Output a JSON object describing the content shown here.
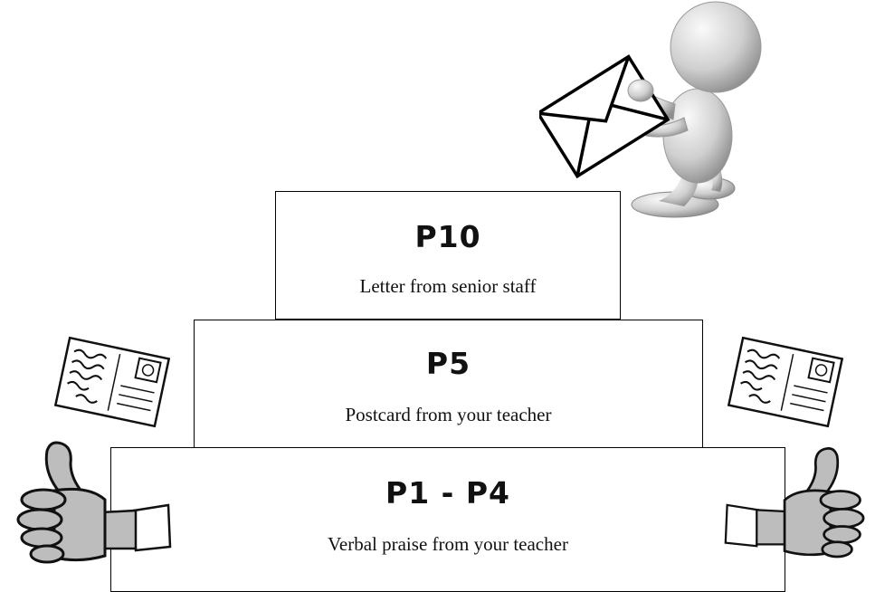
{
  "tiers": [
    {
      "code": "P10",
      "description": "Letter from senior staff"
    },
    {
      "code": "P5",
      "description": "Postcard from your teacher"
    },
    {
      "code": "P1 - P4",
      "description": "Verbal praise from your teacher"
    }
  ],
  "illustrations": {
    "top_right": "figure-holding-envelope",
    "mid_left": "postcard-icon",
    "mid_right": "postcard-icon",
    "bottom_left": "thumbs-up-hand",
    "bottom_right": "thumbs-up-hand"
  }
}
